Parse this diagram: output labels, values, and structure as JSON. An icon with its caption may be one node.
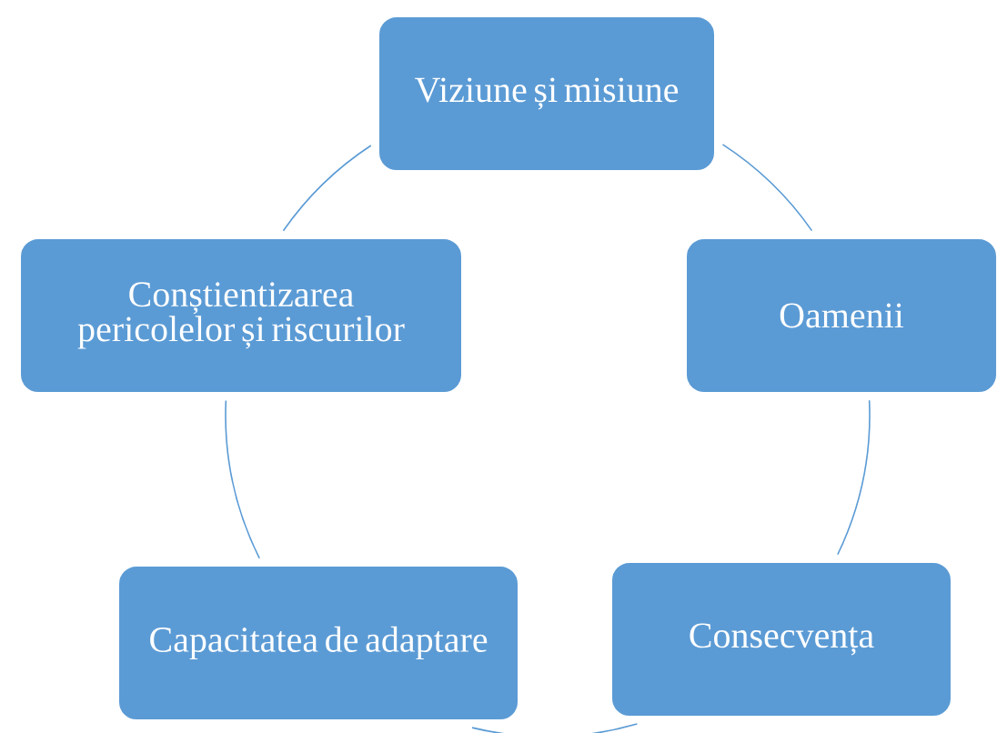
{
  "diagram": {
    "nodes": [
      {
        "text": [
          "Viziune și misiune"
        ]
      },
      {
        "text": [
          "Conștientizarea pericolelor și riscurilor"
        ]
      },
      {
        "text": [
          "Oamenii"
        ]
      },
      {
        "text": [
          "Capacitatea de adaptare"
        ]
      },
      {
        "text": [
          "Consecvența"
        ]
      }
    ],
    "edges": [
      {
        "from": 0,
        "to": 2,
        "arrow": "none"
      },
      {
        "from": 2,
        "to": 4,
        "arrow": "none"
      },
      {
        "from": 4,
        "to": 3,
        "arrow": "none"
      },
      {
        "from": 3,
        "to": 1,
        "arrow": "none"
      },
      {
        "from": 1,
        "to": 0,
        "arrow": "none"
      }
    ]
  }
}
